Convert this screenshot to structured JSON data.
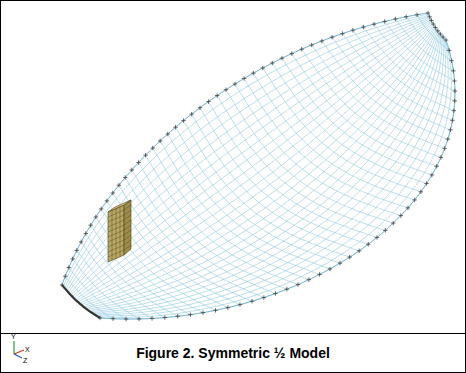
{
  "diagram": {
    "caption": "Figure 2. Symmetric ½ Model",
    "labels": [
      "Y",
      "X",
      "Z"
    ]
  }
}
